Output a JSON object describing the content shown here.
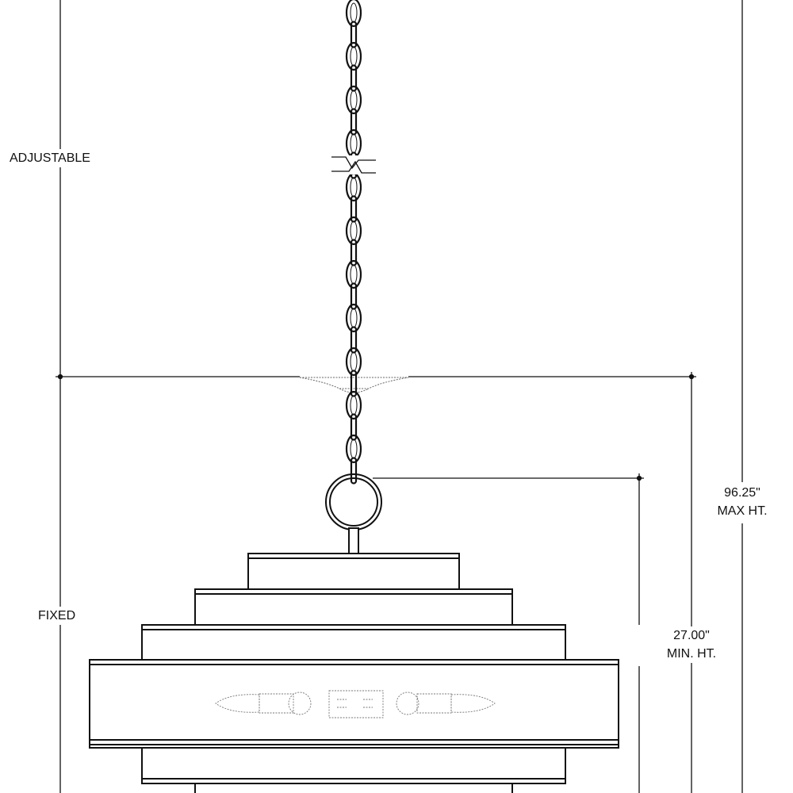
{
  "labels": {
    "adjustable": "ADJUSTABLE",
    "fixed": "FIXED",
    "max_height_value": "96.25\"",
    "max_height_label": "MAX HT.",
    "min_height_value": "27.00\"",
    "min_height_label": "MIN. HT."
  },
  "colors": {
    "line": "#111111",
    "hidden": "#777777"
  }
}
